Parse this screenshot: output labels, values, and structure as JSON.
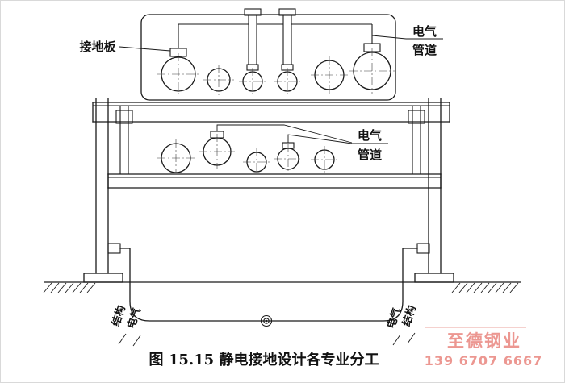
{
  "figure": {
    "caption": "图 15.15  静电接地设计各专业分工"
  },
  "labels": {
    "grounding_plate": "接地板",
    "electrical_top": "电气",
    "conduit_top": "管道",
    "electrical_mid": "电气",
    "conduit_mid": "管道",
    "structure_left": "结构",
    "electrical_left": "电气",
    "electrical_right": "电气",
    "structure_right": "结构"
  },
  "watermark": {
    "company": "至德钢业",
    "phone": "139 6707 6667",
    "color": "#e8817a"
  },
  "colors": {
    "line": "#1a1a1a",
    "background": "#ffffff"
  }
}
